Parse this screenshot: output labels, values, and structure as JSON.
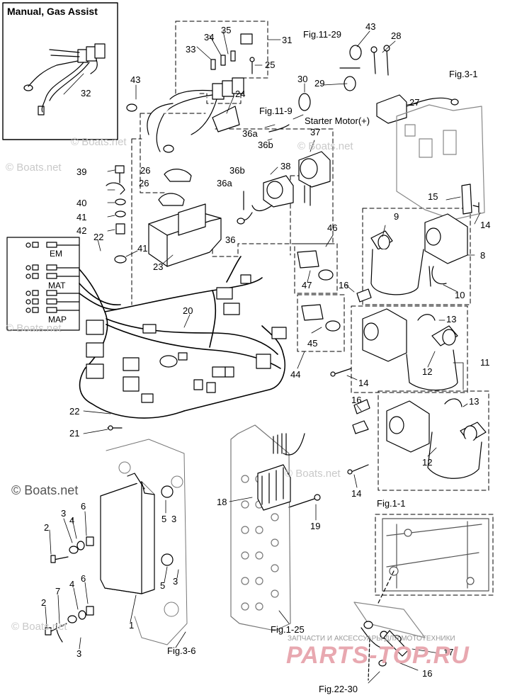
{
  "inset_title": "Manual, Gas Assist",
  "sensor_labels": [
    "EM",
    "MAT",
    "MAP"
  ],
  "refs": {
    "fig11_29": "Fig.11-29",
    "fig3_1": "Fig.3-1",
    "fig11_9": "Fig.11-9",
    "starter": "Starter Motor(+)",
    "fig1_1": "Fig.1-1",
    "fig1_25": "Fig.1-25",
    "fig3_6": "Fig.3-6",
    "fig22_30": "Fig.22-30"
  },
  "watermarks": {
    "small": "© Boats.net",
    "big": "© Boats.net",
    "ru_brand": "PARTS-TOP.RU",
    "ru_sub": "ЗАПЧАСТИ И АКСЕССУАРЫ ДЛЯ МОТОТЕХНИКИ"
  },
  "parts": [
    {
      "n": "32"
    },
    {
      "n": "31"
    },
    {
      "n": "35"
    },
    {
      "n": "34"
    },
    {
      "n": "33"
    },
    {
      "n": "25"
    },
    {
      "n": "43"
    },
    {
      "n": "24"
    },
    {
      "n": "30"
    },
    {
      "n": "29"
    },
    {
      "n": "43"
    },
    {
      "n": "28"
    },
    {
      "n": "27"
    },
    {
      "n": "36a"
    },
    {
      "n": "36b"
    },
    {
      "n": "37"
    },
    {
      "n": "36b"
    },
    {
      "n": "38"
    },
    {
      "n": "39"
    },
    {
      "n": "26"
    },
    {
      "n": "26"
    },
    {
      "n": "40"
    },
    {
      "n": "41"
    },
    {
      "n": "42"
    },
    {
      "n": "36a"
    },
    {
      "n": "15"
    },
    {
      "n": "14"
    },
    {
      "n": "22"
    },
    {
      "n": "36"
    },
    {
      "n": "9"
    },
    {
      "n": "46"
    },
    {
      "n": "41"
    },
    {
      "n": "8"
    },
    {
      "n": "23"
    },
    {
      "n": "47"
    },
    {
      "n": "16"
    },
    {
      "n": "10"
    },
    {
      "n": "20"
    },
    {
      "n": "13"
    },
    {
      "n": "45"
    },
    {
      "n": "12"
    },
    {
      "n": "11"
    },
    {
      "n": "44"
    },
    {
      "n": "14"
    },
    {
      "n": "22"
    },
    {
      "n": "16"
    },
    {
      "n": "13"
    },
    {
      "n": "21"
    },
    {
      "n": "12"
    },
    {
      "n": "14"
    },
    {
      "n": "18"
    },
    {
      "n": "19"
    },
    {
      "n": "6"
    },
    {
      "n": "3"
    },
    {
      "n": "4"
    },
    {
      "n": "5"
    },
    {
      "n": "3"
    },
    {
      "n": "2"
    },
    {
      "n": "5"
    },
    {
      "n": "3"
    },
    {
      "n": "6"
    },
    {
      "n": "7"
    },
    {
      "n": "4"
    },
    {
      "n": "2"
    },
    {
      "n": "1"
    },
    {
      "n": "3"
    },
    {
      "n": "17"
    },
    {
      "n": "16"
    }
  ]
}
